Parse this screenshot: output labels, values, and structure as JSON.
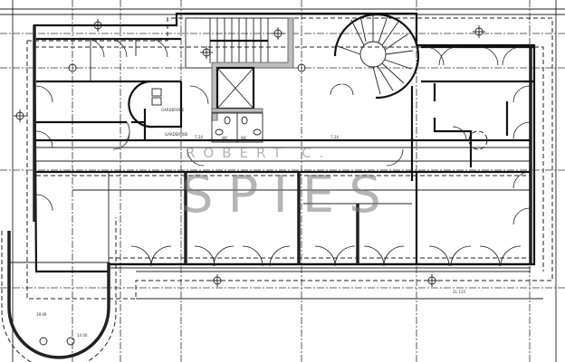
{
  "drawing": {
    "type": "architectural floor plan",
    "watermark": {
      "top_line": "ROBERT C.",
      "main": "SPIES"
    },
    "labels": {
      "garderobe_top": "GARDEROBE",
      "garderobe_mid": "GARDEROBE",
      "wc_left": "WC",
      "wc_right": "WC",
      "dim_corridor_1": "7.24",
      "dim_corridor_2": "7.24",
      "dim_bottom": "31.135",
      "dim_round": "39.49",
      "dim_round_2": "14.00"
    },
    "features": [
      "straight-stair",
      "spiral-stair",
      "elevator-shaft",
      "two-wc",
      "round-bay-southwest",
      "corridor-east-west",
      "office-row-south",
      "office-row-north-east"
    ]
  }
}
